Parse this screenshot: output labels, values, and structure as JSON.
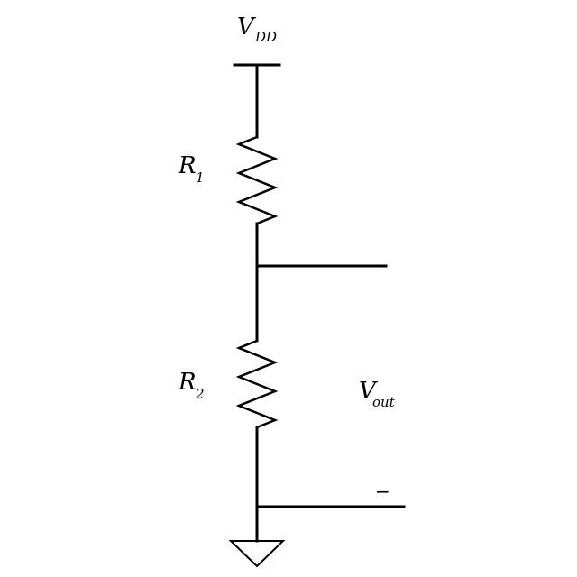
{
  "labels": {
    "supply": {
      "main": "V",
      "sub": "DD"
    },
    "r1": {
      "main": "R",
      "sub": "1"
    },
    "r2": {
      "main": "R",
      "sub": "2"
    },
    "output": {
      "main": "V",
      "sub": "out"
    },
    "minus": "−"
  },
  "colors": {
    "ink": "#000000",
    "background": "#ffffff"
  }
}
